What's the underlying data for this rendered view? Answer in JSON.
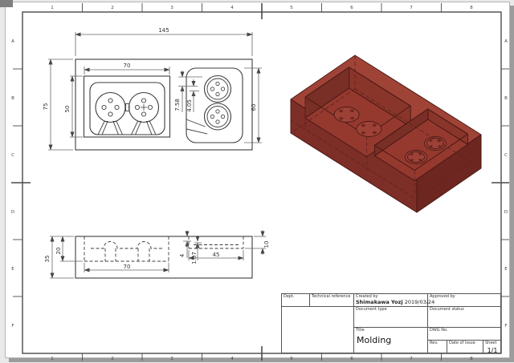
{
  "frame": {
    "columns": [
      "1",
      "2",
      "3",
      "4",
      "5",
      "6",
      "7",
      "8"
    ],
    "rows": [
      "A",
      "B",
      "C",
      "D",
      "E",
      "F"
    ]
  },
  "front_view": {
    "dim_total_width": "145",
    "dim_pocket_width": "70",
    "dim_total_height": "75",
    "dim_pocket_height": "50",
    "dim_right_pocket_height": "60",
    "dim_wall_offset": "7.58",
    "dim_hole_offset": "4.05"
  },
  "side_view": {
    "dim_height": "35",
    "dim_pocket_depth": "20",
    "dim_pocket_width": "70",
    "dim_right_pocket_width": "45",
    "dim_right_pocket_depth": "10",
    "dim_step": "4",
    "dim_clearance": "1.07"
  },
  "title_block": {
    "dept_label": "Dept.",
    "technical_reference_label": "Technical reference",
    "created_by_label": "Created by",
    "created_by_value": "Shimakawa Yozj",
    "created_date": "2019/03/24",
    "approved_by_label": "Approved by",
    "document_type_label": "Document type",
    "document_status_label": "Document status",
    "title_label": "Title",
    "title_value": "Molding",
    "dwg_no_label": "DWG No.",
    "rev_label": "Rev.",
    "date_of_issue_label": "Date of issue",
    "sheet_label": "Sheet",
    "sheet_value": "1/1"
  },
  "colors": {
    "part_top": "#a04337",
    "part_front": "#7d2e26",
    "part_side": "#6e2620",
    "pocket_floor": "#95392e",
    "pocket_wall": "#8a352a",
    "pocket_wall_dark": "#7a2f26",
    "boss": "#9d4136",
    "hole": "#6d2620",
    "outline": "#4a1a15",
    "hidden_line": "#5f241d"
  }
}
